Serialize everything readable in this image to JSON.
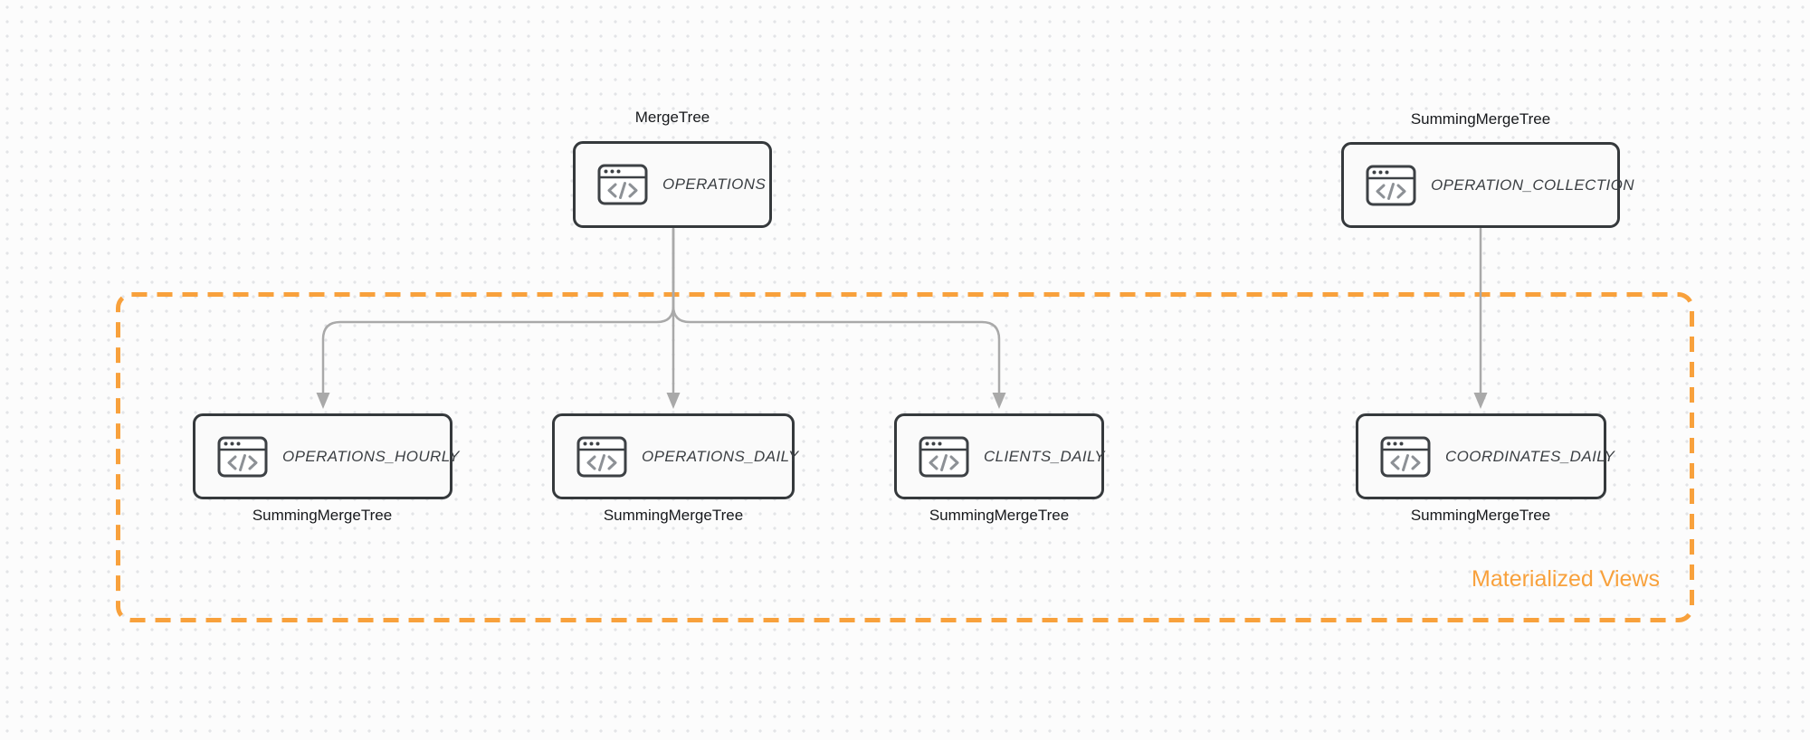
{
  "nodes": [
    {
      "id": "operations",
      "title": "OPERATIONS",
      "engine_label": "MergeTree",
      "engine_label_position": "above",
      "icon": "code-window-icon"
    },
    {
      "id": "operation_collection",
      "title": "OPERATION_COLLECTION",
      "engine_label": "SummingMergeTree",
      "engine_label_position": "above",
      "icon": "code-window-icon"
    },
    {
      "id": "operations_hourly",
      "title": "OPERATIONS_HOURLY",
      "engine_label": "SummingMergeTree",
      "engine_label_position": "below",
      "icon": "code-window-icon"
    },
    {
      "id": "operations_daily",
      "title": "OPERATIONS_DAILY",
      "engine_label": "SummingMergeTree",
      "engine_label_position": "below",
      "icon": "code-window-icon"
    },
    {
      "id": "clients_daily",
      "title": "CLIENTS_DAILY",
      "engine_label": "SummingMergeTree",
      "engine_label_position": "below",
      "icon": "code-window-icon"
    },
    {
      "id": "coordinates_daily",
      "title": "COORDINATES_DAILY",
      "engine_label": "SummingMergeTree",
      "engine_label_position": "below",
      "icon": "code-window-icon"
    }
  ],
  "edges": [
    {
      "from": "operations",
      "to": "operations_hourly"
    },
    {
      "from": "operations",
      "to": "operations_daily"
    },
    {
      "from": "operations",
      "to": "clients_daily"
    },
    {
      "from": "operation_collection",
      "to": "coordinates_daily"
    }
  ],
  "group": {
    "label": "Materialized Views",
    "members": [
      "operations_hourly",
      "operations_daily",
      "clients_daily",
      "coordinates_daily"
    ],
    "border_style": "dashed",
    "border_color": "#f8a13c",
    "label_color": "#f8a13c"
  },
  "colors": {
    "canvas_background": "#fcfcfc",
    "grid_dot": "#e3e4e7",
    "node_border": "#35393c",
    "node_fill": "#fafafa",
    "node_title_text": "#3b3f43",
    "engine_label_text": "#17191c",
    "arrow": "#a9a9a9",
    "icon_glyph": "#8d9196",
    "group_accent": "#f8a13c"
  }
}
